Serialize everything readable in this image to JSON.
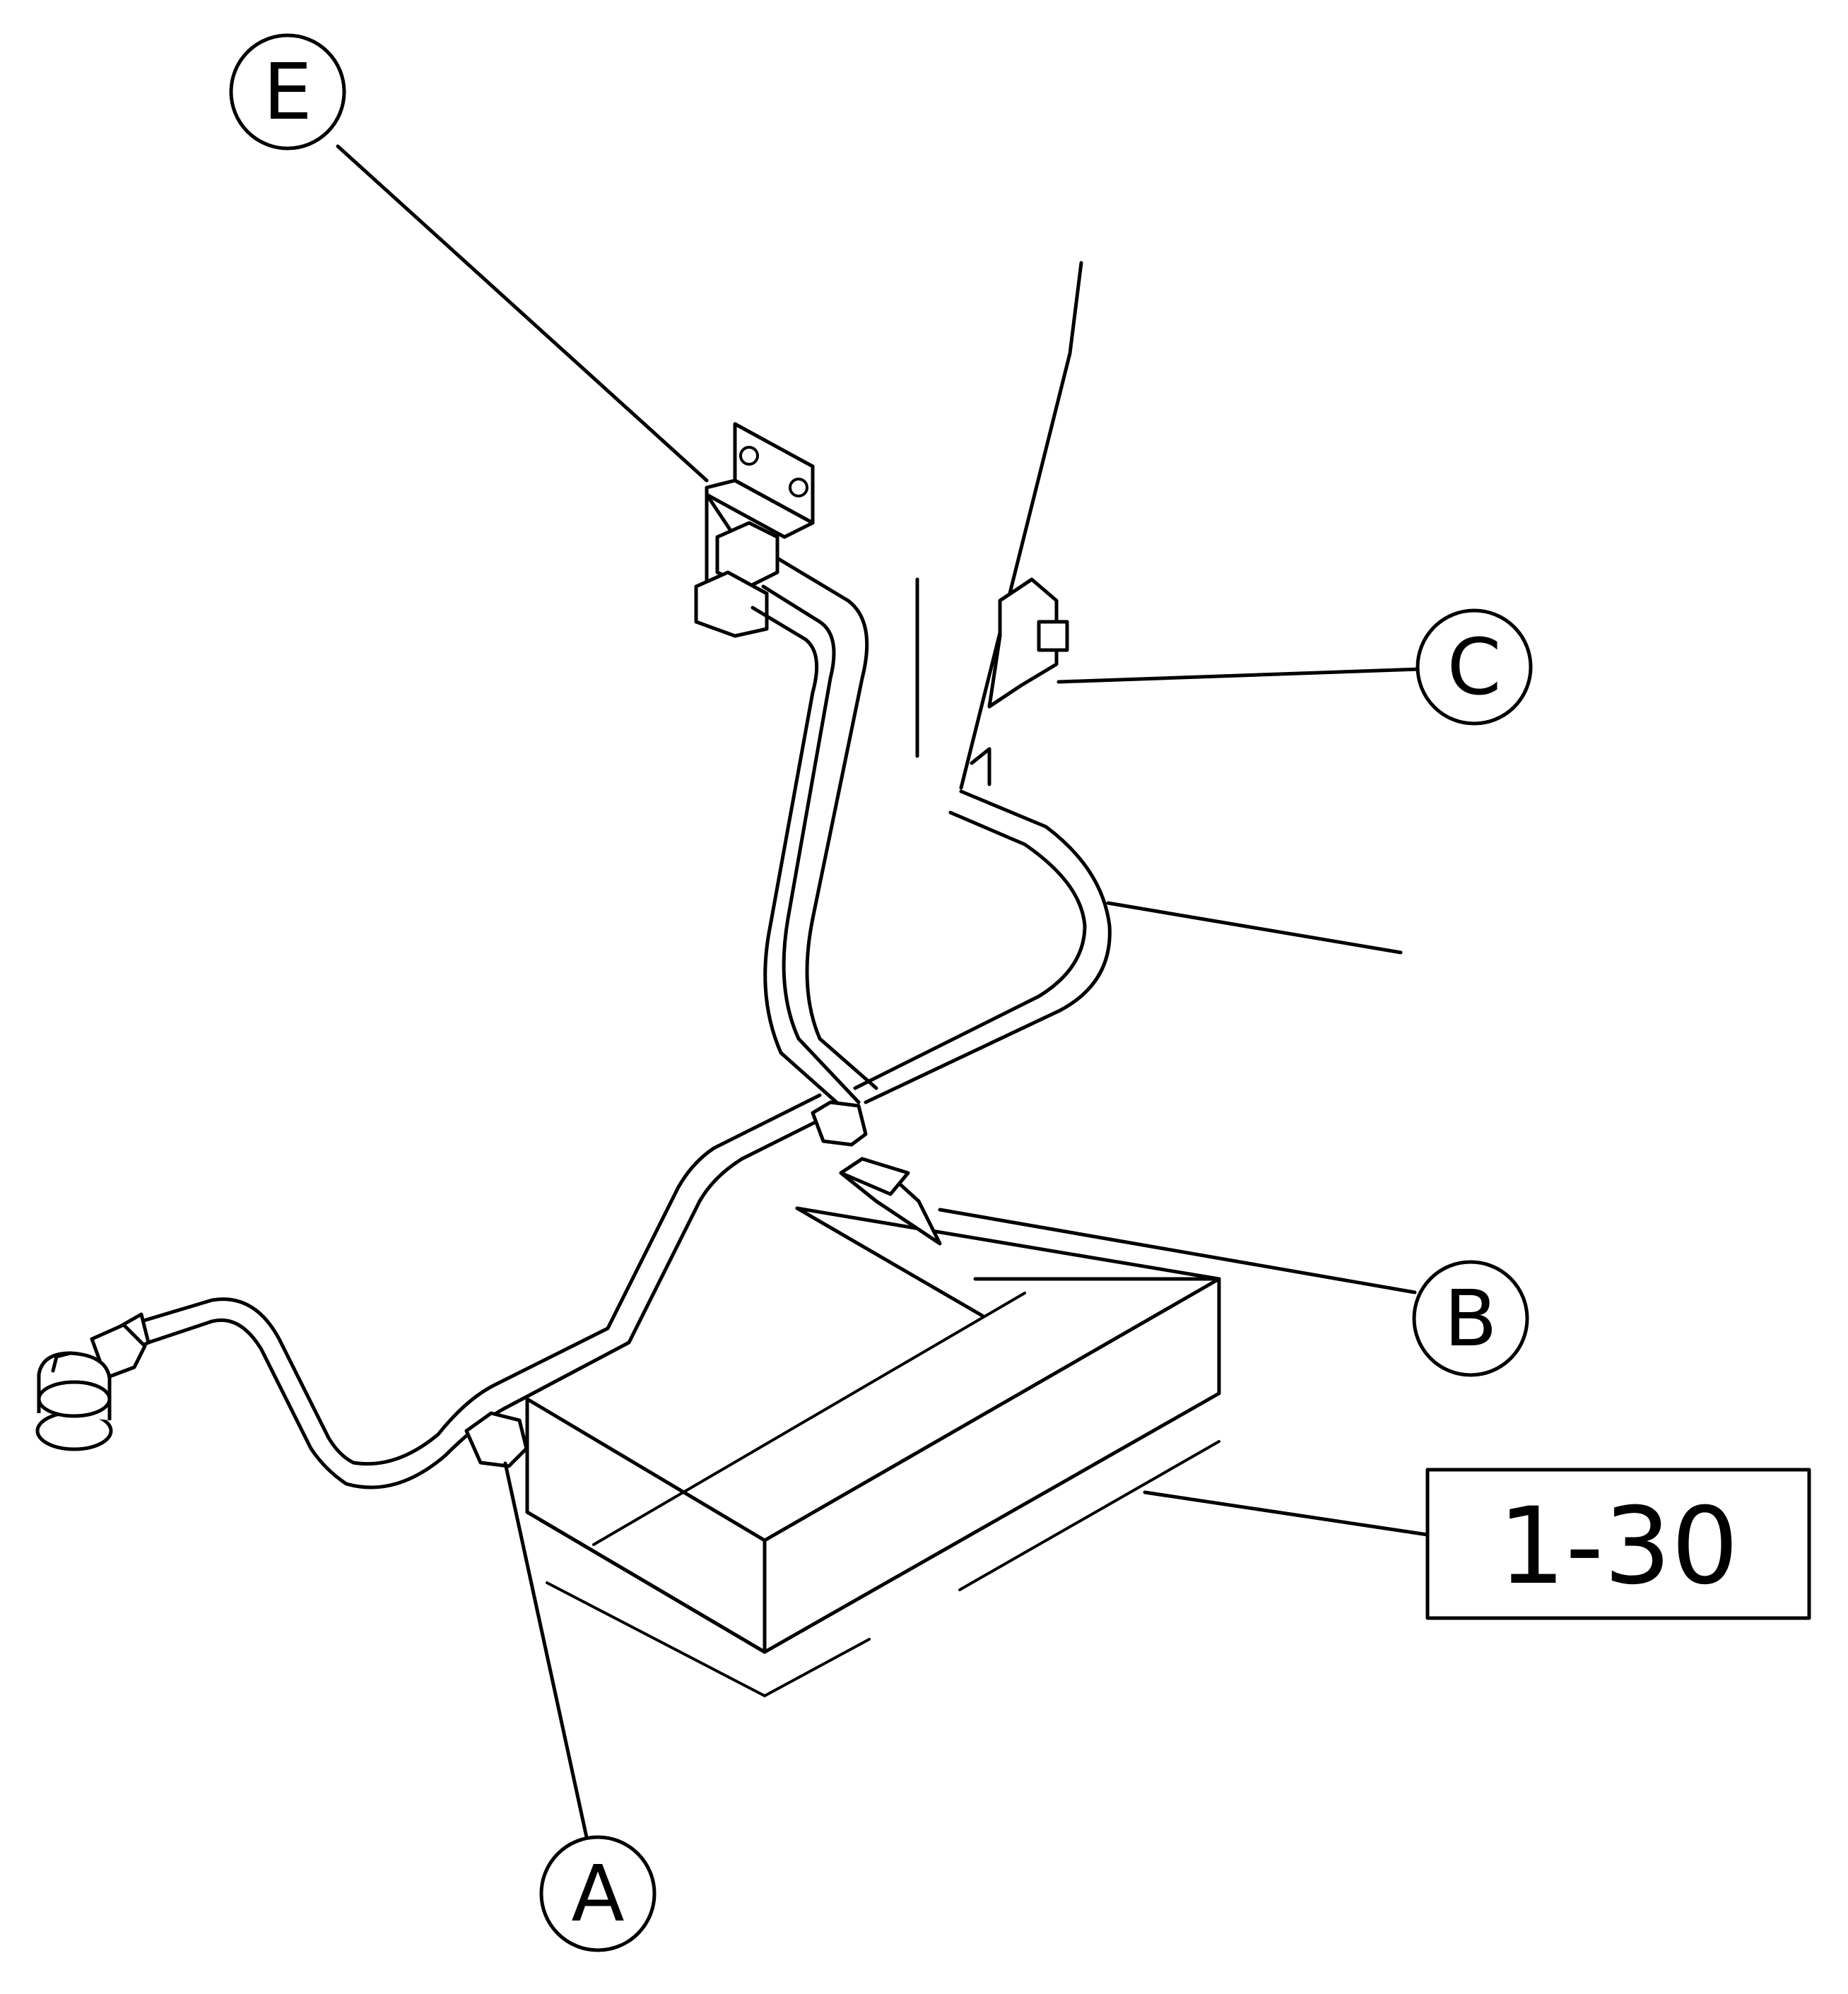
{
  "callouts": {
    "e": "E",
    "c": "C",
    "b": "B",
    "a": "A"
  },
  "reference": "1-30"
}
